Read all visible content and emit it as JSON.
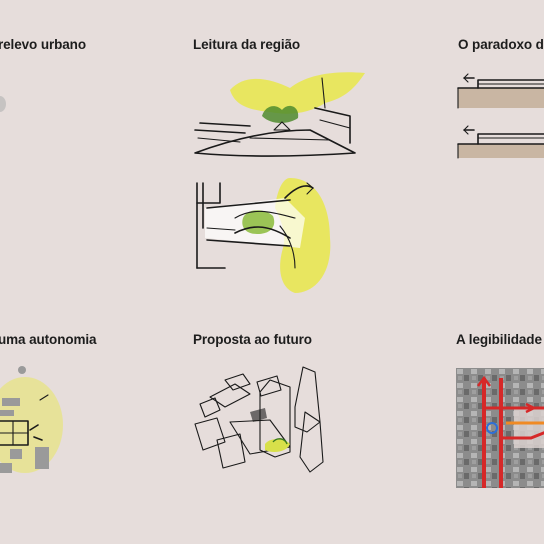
{
  "panels": {
    "relevo": {
      "title": "relevo urbano"
    },
    "leitura": {
      "title": "Leitura da região"
    },
    "paradoxo": {
      "title": "O paradoxo d"
    },
    "autonomia": {
      "title": "uma autonomia"
    },
    "proposta": {
      "title": "Proposta ao futuro"
    },
    "legibilidade": {
      "title": "A legibilidade"
    }
  },
  "colors": {
    "background": "#e6dddb",
    "highlight_yellow": "#e8e84a",
    "ink": "#1a1a1a",
    "building_grey": "#8a8a8a",
    "route_red": "#d62828",
    "ground_tan": "#c9b6a3"
  }
}
